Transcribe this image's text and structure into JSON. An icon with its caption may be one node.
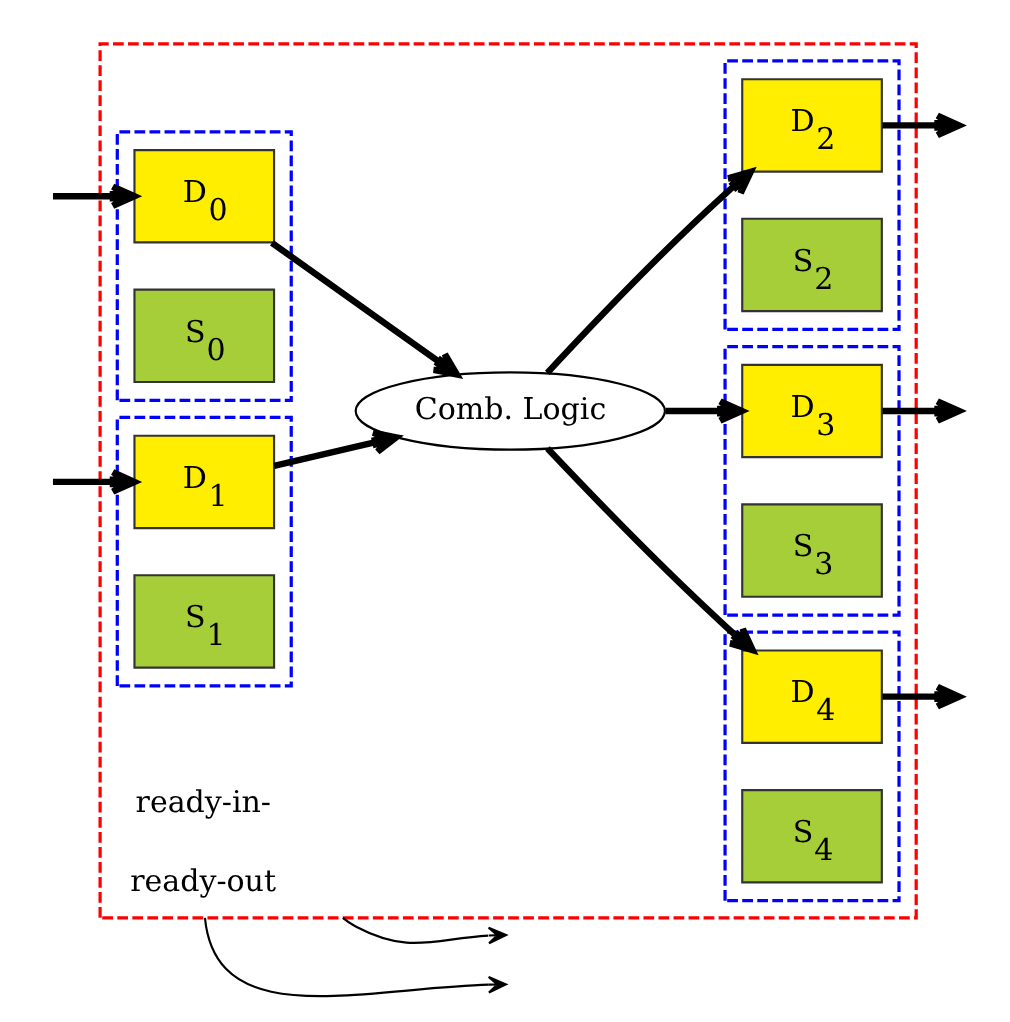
{
  "diagram": {
    "nodes": [
      {
        "text": [],
        "shape": "box"
      },
      {
        "text": [],
        "shape": "box",
        "in": 0
      },
      {
        "text": [
          "D$_{0}$"
        ],
        "in": 1
      },
      {
        "text": [
          "S$_{0}$"
        ],
        "in": 1
      },
      {
        "text": [],
        "shape": "box",
        "in": 0
      },
      {
        "text": [
          "D$_{1}$"
        ],
        "in": 4
      },
      {
        "text": [
          "S$_{1}$"
        ],
        "in": 4
      },
      {
        "text": [
          "Comb. Logic"
        ],
        "in": 0
      },
      {
        "text": [],
        "shape": "box",
        "in": 0
      },
      {
        "text": [
          "D$_{2}$"
        ],
        "in": 8
      },
      {
        "text": [
          "S$_{2}$"
        ],
        "in": 8
      },
      {
        "text": [],
        "shape": "box",
        "in": 0
      },
      {
        "text": [
          "D$_{3}$"
        ],
        "in": 11
      },
      {
        "text": [
          "S$_{3}$"
        ],
        "in": 11
      },
      {
        "text": [],
        "shape": "box",
        "in": 0
      },
      {
        "text": [
          "D$_{4}$"
        ],
        "in": 14
      },
      {
        "text": [
          "S$_{4}$"
        ],
        "in": 14
      }
    ],
    "edges": [
      {
        "from": null,
        "to": 2,
        "arrow": "to"
      },
      {
        "from": null,
        "to": 5,
        "arrow": "to"
      },
      {
        "from": 2,
        "to": 7,
        "arrow": "to"
      },
      {
        "from": 5,
        "to": 7,
        "arrow": "to"
      },
      {
        "from": 7,
        "to": 9,
        "arrow": "to"
      },
      {
        "from": 7,
        "to": 12,
        "arrow": "to"
      },
      {
        "from": 7,
        "to": 15,
        "arrow": "to"
      },
      {
        "from": 9,
        "to": null,
        "arrow": "to"
      },
      {
        "from": 12,
        "to": null,
        "arrow": "to"
      },
      {
        "from": 15,
        "to": null,
        "arrow": "to"
      },
      {
        "from": 0,
        "to": null,
        "arrow": "to"
      },
      {
        "from": 0,
        "to": null,
        "arrow": "to"
      }
    ],
    "labels": [
      "ready-in-",
      "ready-out"
    ]
  }
}
